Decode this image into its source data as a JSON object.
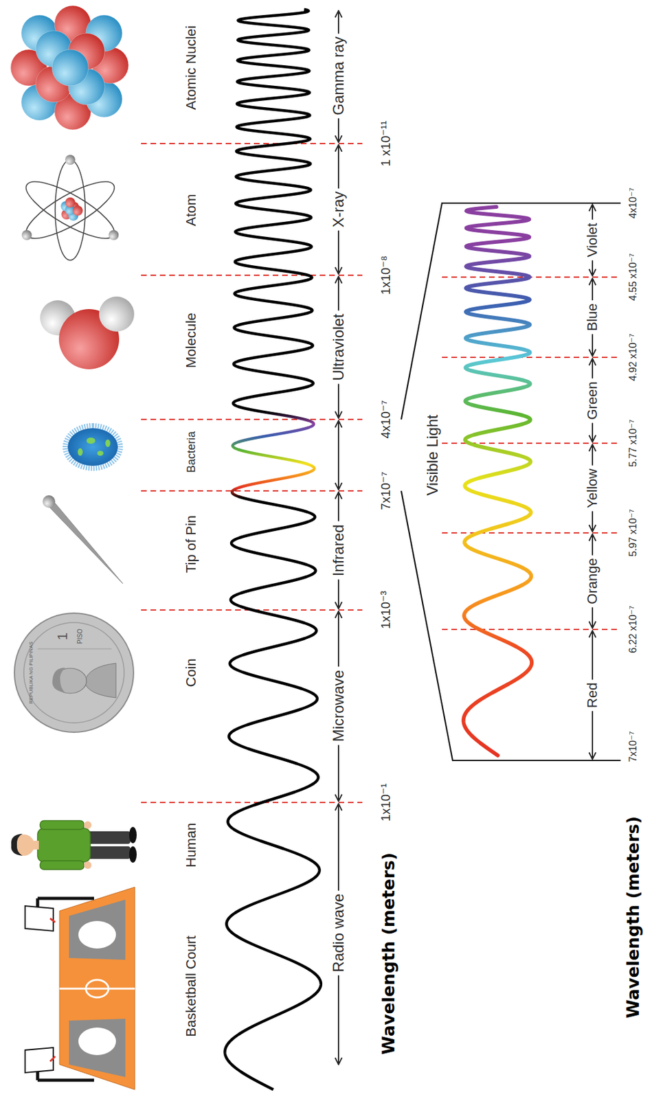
{
  "diagram": {
    "labels": [
      "Basketball Court",
      "Human",
      "Coin",
      "Tip of Pin",
      "Bacteria",
      "Molecule",
      "Atom",
      "Atomic Nuclei",
      "REPUBLIKA NG PILIPINAS",
      "1",
      "PISO",
      "Radio wave",
      "Microwave",
      "Infrared",
      "Ultraviolet",
      "X-ray",
      "Gamma ray",
      "1x10⁻¹",
      "1x10⁻³",
      "7x10⁻⁷",
      "4x10⁻⁷",
      "1x10⁻⁸",
      "1 x10⁻¹¹",
      "Wavelength (meters)",
      "Visible Light",
      "Red",
      "Orange",
      "Yellow",
      "Green",
      "Blue",
      "Violet",
      "7x10⁻⁷",
      "6.22 x10⁻⁷",
      "5.97 x10⁻⁷",
      "5.77 x10⁻⁷",
      "4.92 x10⁻⁷",
      "4.55 x10⁻⁷",
      "4x10⁻⁷",
      "Wavelength (meters)"
    ]
  }
}
